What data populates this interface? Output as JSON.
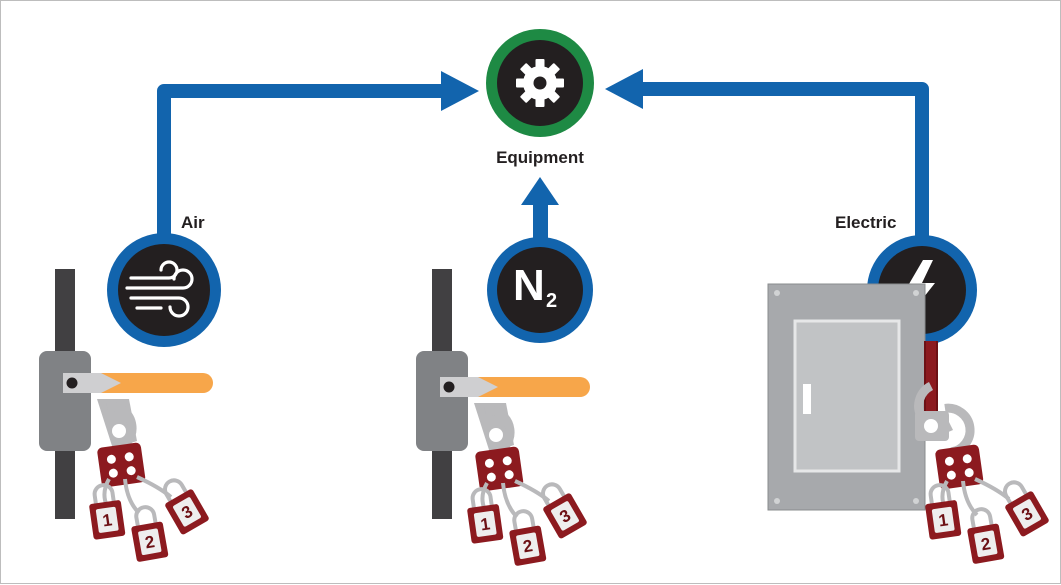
{
  "labels": {
    "equipment": "Equipment",
    "air": "Air",
    "electric": "Electric",
    "n2_main": "N",
    "n2_sub": "2"
  },
  "icons": {
    "equipment": "gear-icon",
    "air": "wind-icon",
    "electric": "lightning-bolt-icon",
    "nitrogen": "n2-text-icon",
    "lock": "padlock-icon"
  },
  "padlock_numbers": [
    "1",
    "2",
    "3"
  ],
  "colors": {
    "arrow": "#1264ad",
    "equipment_ring": "#1e8a44",
    "icon_fill": "#231f20",
    "valve_handle": "#f7a64a",
    "lock_red": "#8c1a1f",
    "panel": "#a7a9ac"
  }
}
